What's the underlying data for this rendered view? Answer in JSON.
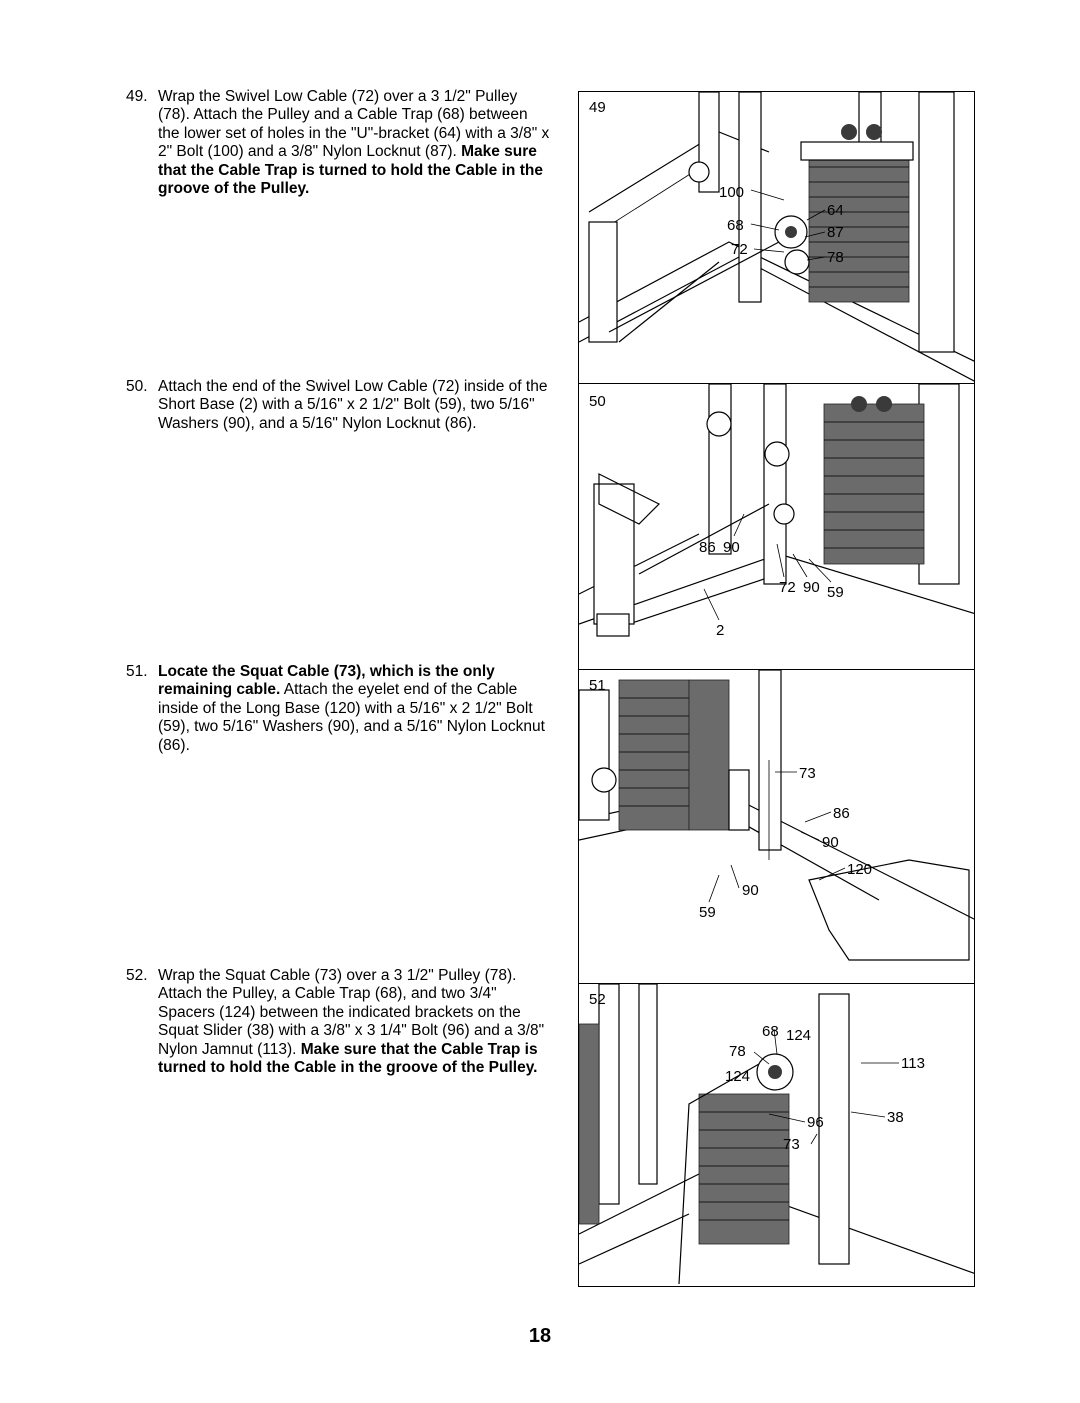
{
  "steps": [
    {
      "number": "49.",
      "text": "Wrap the Swivel Low Cable (72) over a 3 1/2\" Pulley (78). Attach the Pulley and a Cable Trap (68) between the lower set of holes in the \"U\"-bracket (64) with a 3/8\" x 2\" Bolt (100) and a 3/8\" Nylon Locknut (87). ",
      "bold": "Make sure that the Cable Trap is turned to hold the Cable in the groove of the Pulley."
    },
    {
      "number": "50.",
      "text": "Attach the end of the Swivel Low Cable (72) inside of the Short Base (2) with a 5/16\" x 2 1/2\" Bolt (59), two 5/16\" Washers (90), and a 5/16\" Nylon Locknut (86).",
      "bold": ""
    },
    {
      "number": "51.",
      "bold_lead": "Locate the Squat Cable (73), which is the only remaining cable.",
      "text": " Attach the eyelet end of the Cable inside of the Long Base (120) with a 5/16\" x 2 1/2\" Bolt (59), two 5/16\" Washers (90), and a 5/16\" Nylon Locknut (86)."
    },
    {
      "number": "52.",
      "text": "Wrap the Squat Cable (73) over a 3 1/2\" Pulley (78). Attach the Pulley, a Cable Trap (68), and two 3/4\" Spacers (124) between the indicated brackets on the Squat Slider (38) with a 3/8\" x 3 1/4\" Bolt (96) and a 3/8\" Nylon Jamnut (113). ",
      "bold": "Make sure that the Cable Trap is turned to hold the Cable in the groove of the Pulley."
    }
  ],
  "figures": [
    {
      "step": "49",
      "callouts": [
        "100",
        "68",
        "72",
        "64",
        "87",
        "78"
      ]
    },
    {
      "step": "50",
      "callouts": [
        "86",
        "90",
        "72",
        "90",
        "59",
        "2"
      ]
    },
    {
      "step": "51",
      "callouts": [
        "73",
        "86",
        "90",
        "120",
        "90",
        "59"
      ]
    },
    {
      "step": "52",
      "callouts": [
        "68",
        "124",
        "78",
        "124",
        "113",
        "38",
        "96",
        "73"
      ]
    }
  ],
  "page_number": "18"
}
